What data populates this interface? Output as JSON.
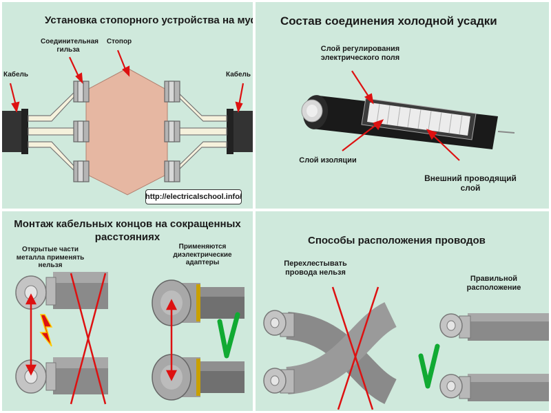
{
  "panel1": {
    "title": "Установка стопорного устройства на муфтах",
    "label_sleeve": "Соединительная гильза",
    "label_stopper": "Стопор",
    "label_cable_left": "Кабель",
    "label_cable_right": "Кабель",
    "url": "http://electricalschool.info/"
  },
  "panel2": {
    "title": "Состав соединения холодной усадки",
    "label_field_layer": "Слой регулирования электрического поля",
    "label_insulation": "Слой изоляции",
    "label_outer_layer": "Внешний проводящий слой"
  },
  "panel3": {
    "title": "Монтаж кабельных концов на сокращенных расстояниях",
    "label_open_parts": "Открытые части металла применять нельзя",
    "label_adapters": "Применяются диэлектрические адаптеры"
  },
  "panel4": {
    "title": "Способы расположения проводов",
    "label_crossing": "Перехлестывать провода нельзя",
    "label_correct": "Правильной расположение"
  },
  "colors": {
    "panel_bg": "#cfe9dc",
    "stopper": "#e6b7a2",
    "cable": "#333333",
    "sleeve": "#b5b5b5",
    "arrow_red": "#dd1111",
    "check_green": "#11aa33"
  }
}
